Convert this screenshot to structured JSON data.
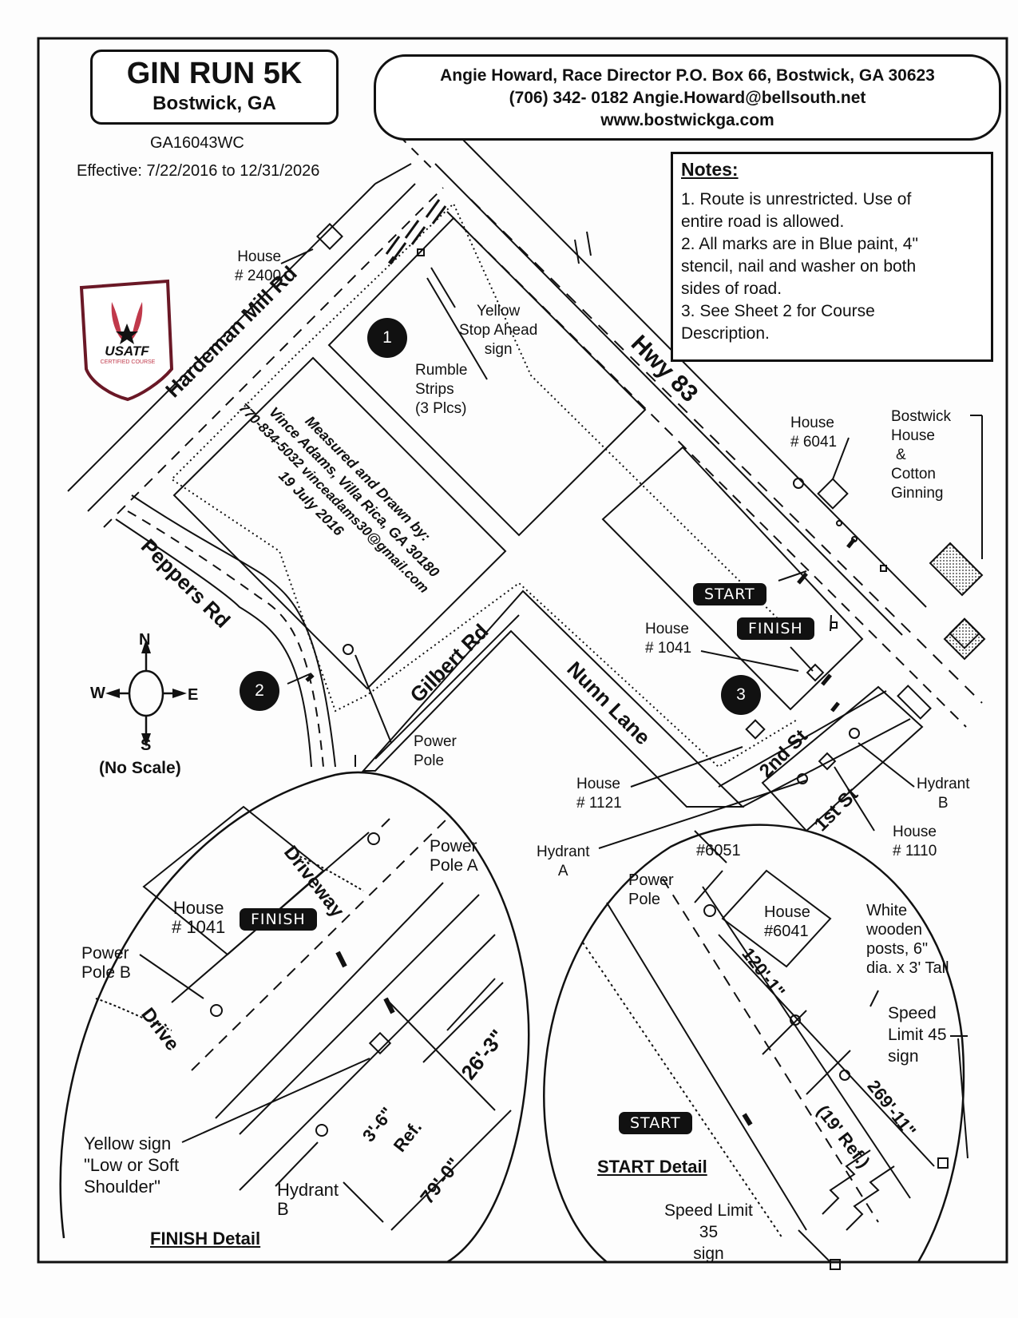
{
  "header": {
    "title": "GIN RUN 5K",
    "location": "Bostwick, GA",
    "course_id": "GA16043WC",
    "effective": "Effective: 7/22/2016 to 12/31/2026"
  },
  "contact": {
    "line1": "Angie Howard, Race Director  P.O. Box 66, Bostwick, GA 30623",
    "line2": "(706) 342- 0182    Angie.Howard@bellsouth.net",
    "line3": "www.bostwickga.com"
  },
  "notes": {
    "title": "Notes:",
    "items": [
      "1. Route is unrestricted. Use of",
      "entire road is allowed.",
      "2. All marks are in Blue paint, 4\"",
      "stencil, nail and washer on both",
      "sides of road.",
      "3. See Sheet 2 for Course",
      "Description."
    ]
  },
  "logo": {
    "text": "USATF",
    "subtext": "CERTIFIED COURSE",
    "color": "#c0394b"
  },
  "roads": {
    "hardeman": "Hardeman Mill Rd",
    "hwy83": "Hwy 83",
    "peppers": "Peppers Rd",
    "gilbert": "Gilbert Rd",
    "nunn": "Nunn Lane",
    "second": "2nd St",
    "first": "1st St",
    "driveway": "Driveway",
    "drive": "Drive"
  },
  "measured_by": {
    "line1": "Measured and Drawn by:",
    "line2": "Vince Adams, Villa Rica, GA 30180",
    "line3": "770-834-5032 vinceadams30@gmail.com",
    "line4": "19 July 2016"
  },
  "labels": {
    "house2400_a": "House",
    "house2400_b": "# 2400",
    "yellow_stop_a": "Yellow",
    "yellow_stop_b": "Stop Ahead",
    "yellow_stop_c": "sign",
    "rumble_a": "Rumble",
    "rumble_b": "Strips",
    "rumble_c": "(3 Plcs)",
    "house6041_a": "House",
    "house6041_b": "# 6041",
    "bostwick_a": "Bostwick",
    "bostwick_b": "House",
    "bostwick_c": "&",
    "bostwick_d": "Cotton",
    "bostwick_e": "Ginning",
    "start": "START",
    "finish": "FINISH",
    "house1041_a": "House",
    "house1041_b": "# 1041",
    "house1121_a": "House",
    "house1121_b": "# 1121",
    "hydrantA_a": "Hydrant",
    "hydrantA_b": "A",
    "hydrantB_a": "Hydrant",
    "hydrantB_b": "B",
    "house1110_a": "House",
    "house1110_b": "# 1110",
    "power_pole_a": "Power",
    "power_pole_b": "Pole",
    "num1": "1",
    "num2": "2",
    "num3": "3"
  },
  "compass": {
    "n": "N",
    "s": "S",
    "e": "E",
    "w": "W",
    "scale": "(No Scale)"
  },
  "finish_detail": {
    "title": "FINISH Detail",
    "power_pole_a_1": "Power",
    "power_pole_a_2": "Pole A",
    "house_a": "House",
    "house_b": "# 1041",
    "finish": "FINISH",
    "power_pole_b_1": "Power",
    "power_pole_b_2": "Pole B",
    "dim1": "26'-3\"",
    "dim2": "3'-6\"",
    "dim3": "Ref.",
    "dim4": "79'-0\"",
    "yellow_1": "Yellow sign",
    "yellow_2": "\"Low or Soft",
    "yellow_3": "Shoulder\"",
    "hydrant_1": "Hydrant",
    "hydrant_2": "B"
  },
  "start_detail": {
    "title": "START Detail",
    "house6051": "#6051",
    "power_1": "Power",
    "power_2": "Pole",
    "house_a": "House",
    "house_b": "#6041",
    "posts_1": "White",
    "posts_2": "wooden",
    "posts_3": "posts, 6\"",
    "posts_4": "dia. x 3' Tall",
    "dim1": "120'-1\"",
    "dim2": "(19' Ref.)",
    "dim3": "269'-11\"",
    "speed45_1": "Speed",
    "speed45_2": "Limit 45",
    "speed45_3": "sign",
    "start": "START",
    "speed35_1": "Speed Limit",
    "speed35_2": "35",
    "speed35_3": "sign"
  }
}
